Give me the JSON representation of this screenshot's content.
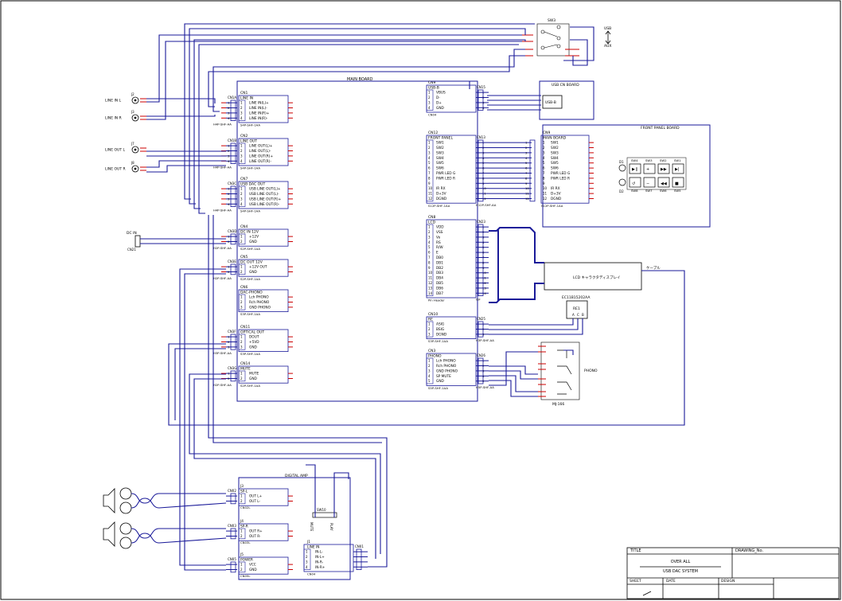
{
  "title_block": {
    "title_label": "TITLE",
    "title_line1": "OVER ALL",
    "title_line2": "USB DAC SYSTEM",
    "drawing_label": "DRAWING_No.",
    "sheet_label": "SHEET",
    "date_label": "DATE",
    "design_label": "DESIGN"
  },
  "main_board": {
    "label": "MAIN BOARD",
    "left_connectors": [
      {
        "ref": "CN1",
        "name": "LINE IN",
        "lines": [
          "LINE IN(L)+",
          "LINE IN(L)-",
          "LINE IN(R)+",
          "LINE IN(R)-"
        ],
        "part": "S4P-SHF-1AA",
        "mate": "CN1A",
        "mate_part": "H4P-SHF-AA"
      },
      {
        "ref": "CN2",
        "name": "LINE OUT",
        "lines": [
          "LINE OUT(L)+",
          "LINE OUT(L)-",
          "LINE OUT(R)+",
          "LINE OUT(R)-"
        ],
        "part": "S4P-SHF-1AA",
        "mate": "CN1B",
        "mate_part": "H4P-SHF-AA"
      },
      {
        "ref": "CN7",
        "name": "USB DAC OUT",
        "lines": [
          "USB LINE OUT(L)+",
          "USB LINE OUT(L)-",
          "USB LINE OUT(R)+",
          "USB LINE OUT(R)-"
        ],
        "part": "S4P-SHF-1AA",
        "mate": "CN3C",
        "mate_part": "H4P-SHF-AA"
      },
      {
        "ref": "CN4",
        "name": "DC IN 12V",
        "lines": [
          "+12V",
          "GND"
        ],
        "part": "S2P-SHF-1AA",
        "mate": "CN3D",
        "mate_part": "H2P-SHF-AA"
      },
      {
        "ref": "CN5",
        "name": "DC OUT 12V",
        "lines": [
          "+12V OUT",
          "GND"
        ],
        "part": "S2P-SHF-1AA",
        "mate": "CN3E",
        "mate_part": "H2P-SHF-AA"
      },
      {
        "ref": "CN6",
        "name": "DAC-PHONO",
        "lines": [
          "Lch PHONO",
          "Rch PHONO",
          "GND PHONO"
        ],
        "part": "S3P-SHF-1AA",
        "mate": "",
        "mate_part": ""
      },
      {
        "ref": "CN11",
        "name": "OPTICAL OUT",
        "lines": [
          "DOUT",
          "+5VD",
          "GND"
        ],
        "part": "S3P-SHF-1AA",
        "mate": "CN3F",
        "mate_part": "H3P-SHF-AA"
      },
      {
        "ref": "CN14",
        "name": "MUTE",
        "lines": [
          "MUTE",
          "GND"
        ],
        "part": "S2P-SHF-1AA",
        "mate": "CN3G",
        "mate_part": "H2P-SHF-AA"
      }
    ],
    "right_connectors": [
      {
        "ref": "CN9",
        "name": "USB-B",
        "lines": [
          "VBUS",
          "D-",
          "D+",
          "GND"
        ],
        "mate": "CN15",
        "mate_note": "CN04"
      },
      {
        "ref": "CN12",
        "name": "FRONT PANEL",
        "lines": [
          "SW1",
          "SW2",
          "SW3",
          "SW4",
          "SW5",
          "SW6",
          "PWR LED G",
          "PWR LED R",
          "",
          "IR RX",
          "D+3V",
          "DGND"
        ],
        "part": "S12P-SHF-1AA",
        "mate": "CN13",
        "mate_part": "H12P-SHF-AA"
      },
      {
        "ref": "CN8",
        "name": "LCD",
        "lines": [
          "VDD",
          "VSS",
          "Vo",
          "RS",
          "R/W",
          "E",
          "DB0",
          "DB1",
          "DB2",
          "DB3",
          "DB4",
          "DB5",
          "DB6",
          "DB7"
        ],
        "part": "Pin Header",
        "mate": "CN23",
        "mate_part": "ISF"
      },
      {
        "ref": "CN10",
        "name": "RE",
        "lines": [
          "ASIG",
          "BSIG",
          "DGND"
        ],
        "part": "S3P-SHF-1AA",
        "mate": "CN25",
        "mate_part": "H3P-SHF-AA"
      },
      {
        "ref": "CN3",
        "name": "PHONO",
        "lines": [
          "Lch PHONO",
          "Rch PHONO",
          "GND PHONO",
          "SP MUTE",
          "GND"
        ],
        "part": "S5P-SHF-1AA",
        "mate": "CN26",
        "mate_part": "H5P-SHF-AA"
      }
    ]
  },
  "jacks": [
    {
      "ref": "J2",
      "label": "LINE IN L"
    },
    {
      "ref": "J3",
      "label": "LINE IN R"
    },
    {
      "ref": "J7",
      "label": "LINE OUT L"
    },
    {
      "ref": "J8",
      "label": "LINE OUT R"
    }
  ],
  "dcin": {
    "label": "DC IN",
    "ref": "CN21"
  },
  "usb_switch": {
    "ref": "SW3",
    "label_usb": "USB",
    "label_aux": "AUX"
  },
  "usb_board": {
    "label": "USB CN BOARD",
    "connector": "USB-B"
  },
  "front_panel_board": {
    "label": "FRONT PANEL BOARD",
    "ref": "CN9",
    "name": "MAIN BOARD",
    "lines": [
      "SW1",
      "SW2",
      "SW3",
      "SW4",
      "SW5",
      "SW6",
      "PWR LED G",
      "PWR LED R",
      "",
      "IR RX",
      "D+3V",
      "DGND"
    ],
    "part": "S12P-SHF-1AA",
    "leds": [
      "D1",
      "D2"
    ],
    "buttons_top": [
      "SW4",
      "SW3",
      "SW2",
      "SW1"
    ],
    "buttons_bottom": [
      "SW8",
      "SW7",
      "SW6",
      "SW5"
    ]
  },
  "lcd": {
    "label": "LCD キャラクタディスプレイ",
    "note": "ケーブル"
  },
  "encoder": {
    "ref": "RE1",
    "part": "EC11B15202AA"
  },
  "phono": {
    "label": "PHONO",
    "part": "MJ-166"
  },
  "digital_amp": {
    "label": "DIGITAL AMP",
    "outputs": [
      {
        "ref": "J3",
        "name": "SP-L",
        "lines": [
          "OUT L+",
          "OUT L-"
        ],
        "mate": "CN02",
        "mate_label": "CN02L"
      },
      {
        "ref": "J4",
        "name": "SP-R",
        "lines": [
          "OUT R+",
          "OUT R-"
        ],
        "mate": "CN03",
        "mate_label": "CN03L"
      },
      {
        "ref": "J5",
        "name": "POWER",
        "lines": [
          "VCC",
          "GND"
        ],
        "mate": "CN05",
        "mate_label": "CN05L"
      }
    ],
    "input": {
      "ref": "J1",
      "name": "LINE IN",
      "lines": [
        "IN-L-",
        "IN-L+",
        "IN-R-",
        "IN-R+"
      ],
      "mate": "CN01",
      "mate_label": "CN04"
    },
    "mute": {
      "ref": "SW10",
      "labels": [
        "MUTE",
        "PLAY"
      ]
    }
  }
}
